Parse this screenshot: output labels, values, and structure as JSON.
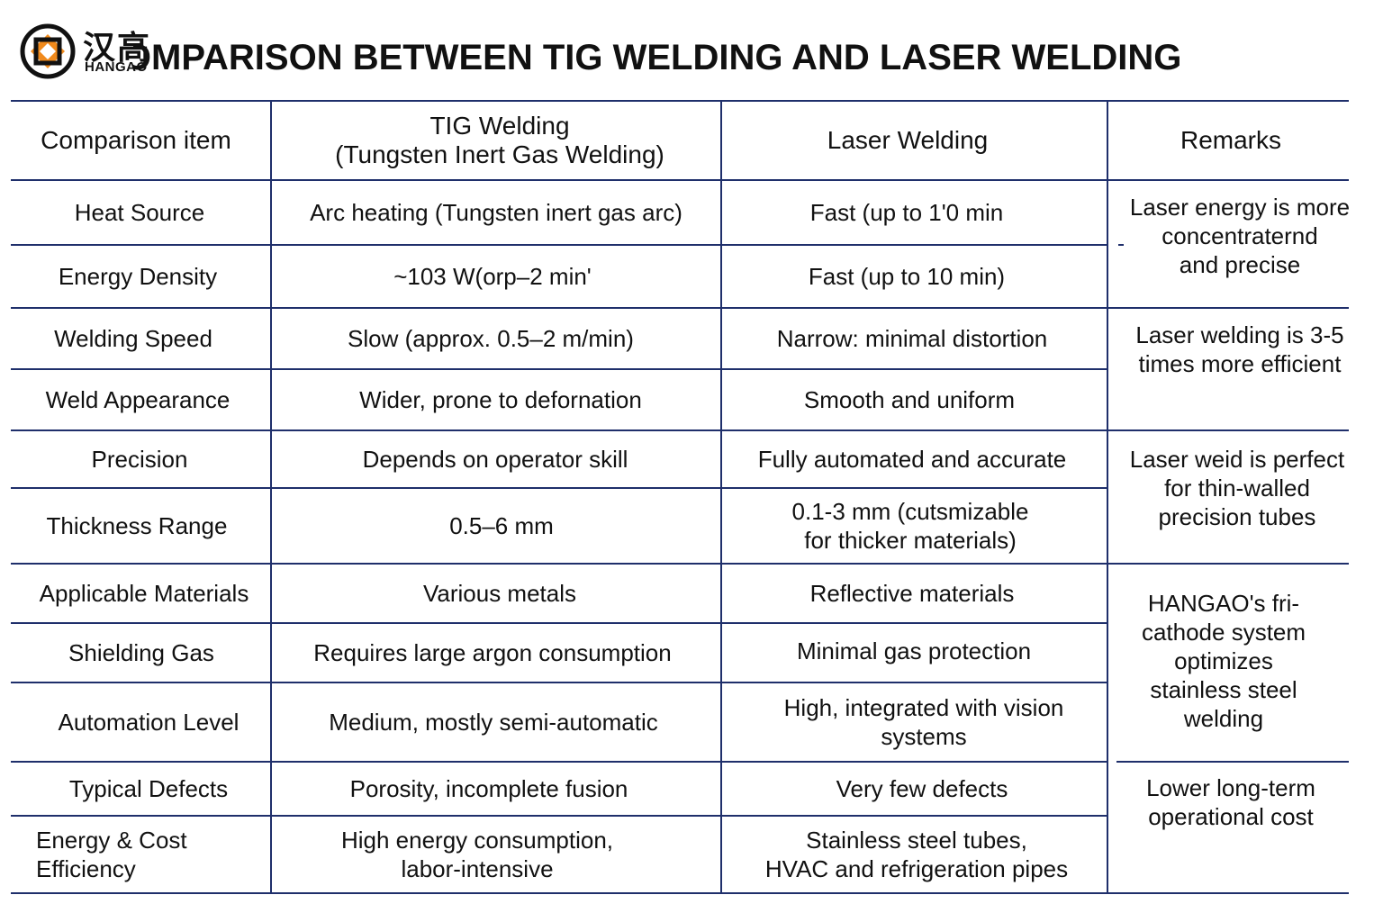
{
  "brand": {
    "logo_cn": "汉高",
    "logo_en": "HANGAO",
    "logo_color": "#f08a1c"
  },
  "title": "COMPARISON BETWEEN TIG WELDING AND LASER WELDING",
  "colors": {
    "rule": "#1f2f6b",
    "text": "#111111"
  },
  "table": {
    "headers": [
      "Comparison item",
      "TIG Welding\n(Tungsten Inert Gas Welding)",
      "Laser Welding",
      "Remarks"
    ],
    "rows": [
      {
        "item": "Heat Source",
        "tig": "Arc heating (Tungsten inert gas arc)",
        "laser": "Fast  (up to 1'0 min"
      },
      {
        "item": "Energy Density",
        "tig": "~103 W(orp–2 min'",
        "laser": "Fast  (up to 10 min)"
      },
      {
        "item": "Welding Speed",
        "tig": "Slow (approx. 0.5–2 m/min)",
        "laser": "Narrow: minimal distortion"
      },
      {
        "item": "Weld Appearance",
        "tig": "Wider, prone to defornation",
        "laser": "Smooth and uniform"
      },
      {
        "item": "Precision",
        "tig": "Depends on operator skill",
        "laser": "Fully automated and accurate"
      },
      {
        "item": "Thickness Range",
        "tig": "0.5–6 mm",
        "laser": "0.1-3 mm (cutsmizable\nfor thicker materials)"
      },
      {
        "item": "Applicable Materials",
        "tig": "Various metals",
        "laser": "Reflective materials"
      },
      {
        "item": "Shielding Gas",
        "tig": "Requires large argon consumption",
        "laser": "Minimal gas protection"
      },
      {
        "item": "Automation Level",
        "tig": "Medium, mostly semi-automatic",
        "laser": "High, integrated with vision\nsystems"
      },
      {
        "item": "Typical Defects",
        "tig": "Porosity, incomplete fusion",
        "laser": "Very few defects"
      },
      {
        "item": "Energy & Cost\nEfficiency",
        "tig": "High energy consumption,\nlabor-intensive",
        "laser": "Stainless steel tubes,\nHVAC and refrigeration pipes"
      }
    ],
    "remarks": [
      "Laser energy is more\nconcentraternd\nand precise",
      "Laser welding is 3-5\ntimes more efficient",
      "Laser weid is perfect\nfor thin-walled\nprecision tubes",
      "HANGAO's fri-\ncathode system\noptimizes\nstainless steel\nwelding",
      "Lower long-term\noperational cost"
    ]
  }
}
